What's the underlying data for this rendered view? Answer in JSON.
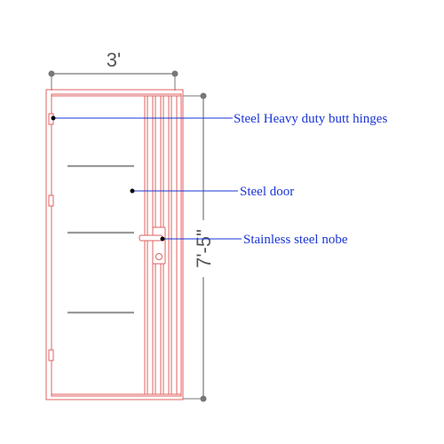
{
  "dimensions": {
    "width_label": "3'",
    "height_label": "7'-5\""
  },
  "callouts": {
    "hinges": "Steel Heavy duty butt hinges",
    "door": "Steel door",
    "knob": "Stainless steel nobe"
  },
  "colors": {
    "outline": "#e06060",
    "dimension": "#777777",
    "callout": "#1a35d6",
    "panel_bar": "#999999"
  }
}
